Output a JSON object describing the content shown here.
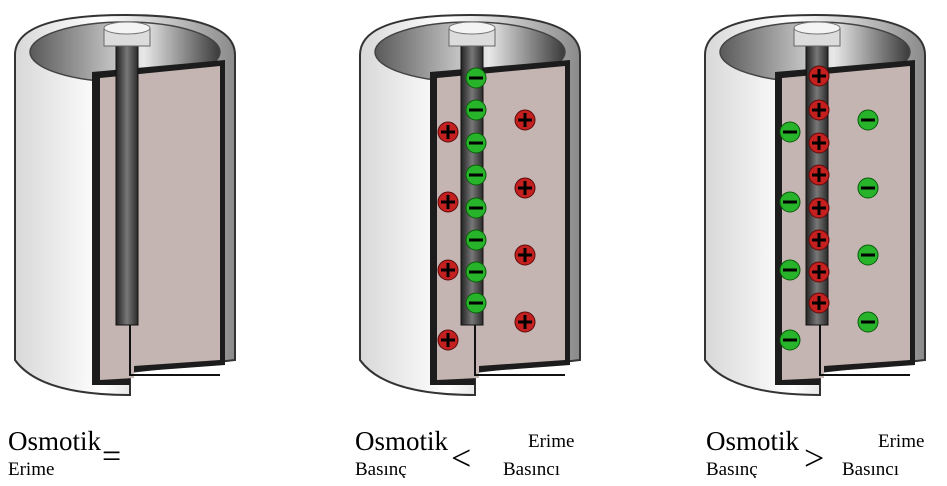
{
  "colors": {
    "electrolyte": "#c4b5b2",
    "can_shadow": "#1f1f1f",
    "positive_ion": "#c42020",
    "negative_ion": "#27b42a",
    "rod": "#4a4a4a"
  },
  "panels": [
    {
      "charges": "none",
      "symbol": "=",
      "caption_big": "Osmotik",
      "caption_under": "Erime",
      "caption_right": ""
    },
    {
      "charges": "rod-negative",
      "symbol": "<",
      "caption_big": "Osmotik",
      "caption_under": "Basınç",
      "caption_right": "Erime",
      "caption_right_under": "Basıncı"
    },
    {
      "charges": "rod-positive",
      "symbol": ">",
      "caption_big": "Osmotik",
      "caption_under": "Basınç",
      "caption_right": "Erime",
      "caption_right_under": "Basıncı"
    }
  ],
  "signs": {
    "plus": "+",
    "minus": "−"
  }
}
